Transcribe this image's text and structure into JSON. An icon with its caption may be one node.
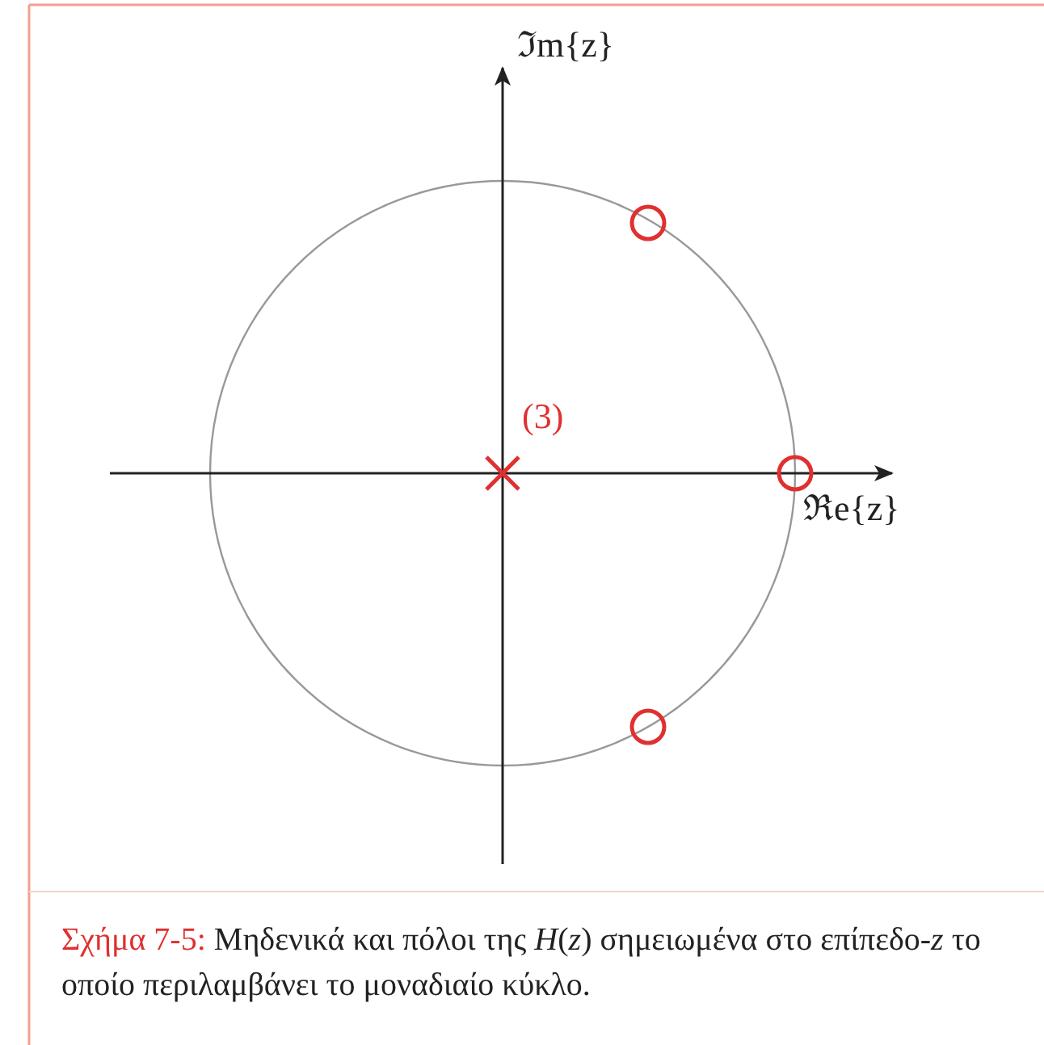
{
  "diagram": {
    "caption": "Σχήμα 7-5: Μηδενικά και πόλοι της *H*(*z*) σημειωμένα στο επίπεδο-*z* το οποίο περιλαμβάνει το μοναδιαίο κύκλο.",
    "labels": [
      "ℑm{z}",
      "(3)",
      "ℜe{z}"
    ]
  }
}
